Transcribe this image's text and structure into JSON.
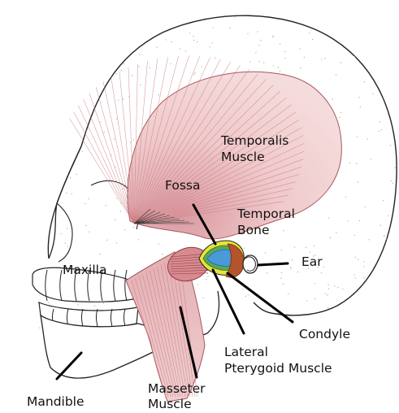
{
  "diagram": {
    "labels": {
      "temporalis": [
        "Temporalis",
        "Muscle"
      ],
      "fossa": "Fossa",
      "temporal_bone": [
        "Temporal",
        "Bone"
      ],
      "ear": "Ear",
      "maxilla": "Maxilla",
      "condyle": "Condyle",
      "lateral_pterygoid": [
        "Lateral",
        "Pterygoid Muscle"
      ],
      "masseter": [
        "Masseter",
        "Muscle"
      ],
      "mandible": "Mandible"
    },
    "colors": {
      "outline": "#222222",
      "muscle_fill": "#ecc4c4",
      "muscle_fiber": "#c9787c",
      "fossa_yellow": "#e8e23a",
      "fossa_green": "#5aa855",
      "fossa_blue": "#4a9ad8",
      "condyle_brown": "#b3542c",
      "bone_dots": "#b5b5b5"
    }
  }
}
